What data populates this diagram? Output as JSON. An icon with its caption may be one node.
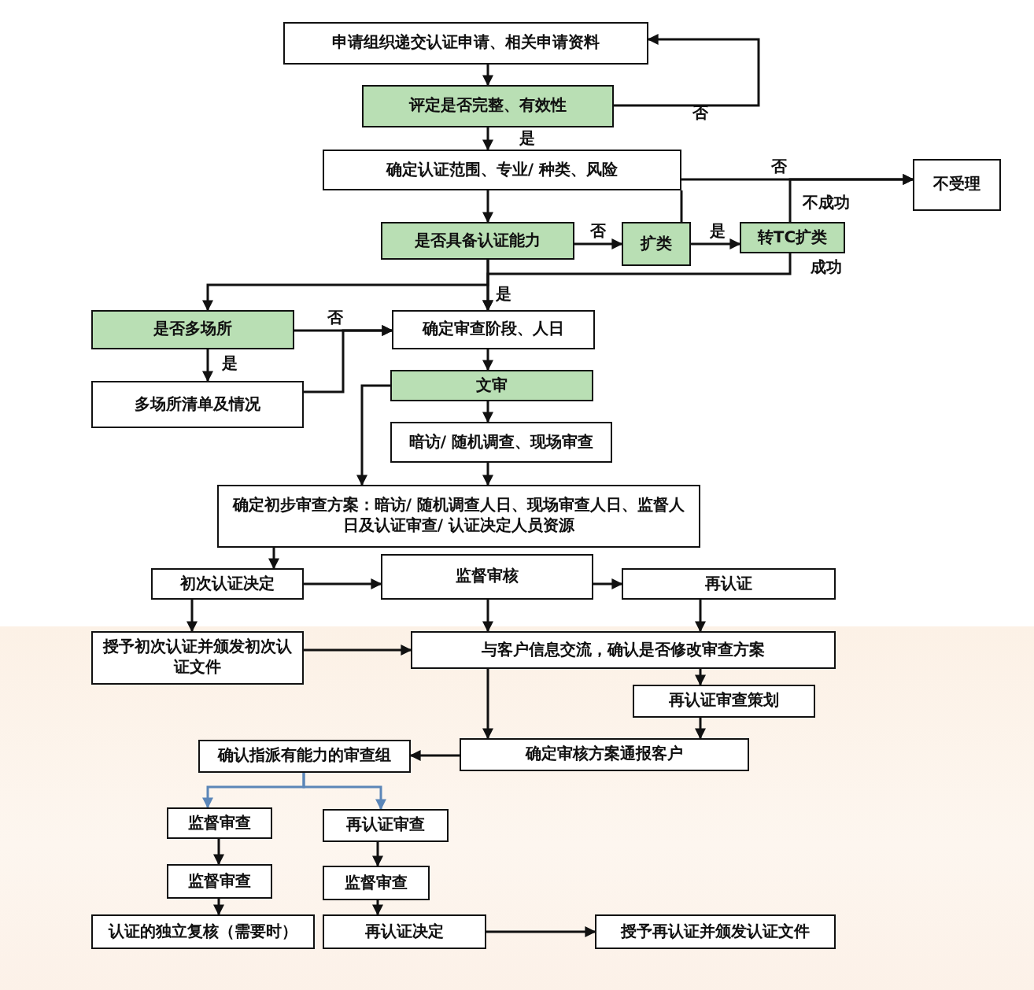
{
  "diagram": {
    "nodes": [
      {
        "text": [
          "申请组织递交认证申请、相关申请资料"
        ]
      },
      {
        "text": [
          "评定是否完整、有效性"
        ]
      },
      {
        "text": [
          "确定认证范围、专业/ 种类、风险"
        ]
      },
      {
        "text": [
          "不受理"
        ]
      },
      {
        "text": [
          "是否具备认证能力"
        ]
      },
      {
        "text": [
          "扩类"
        ]
      },
      {
        "text": [
          "转TC扩类"
        ]
      },
      {
        "text": [
          "是否多场所"
        ]
      },
      {
        "text": [
          "确定审查阶段、人日"
        ]
      },
      {
        "text": [
          "多场所清单及情况"
        ]
      },
      {
        "text": [
          "文审"
        ]
      },
      {
        "text": [
          "暗访/ 随机调查、现场审查"
        ]
      },
      {
        "text": [
          "确定初步审查方案：暗访/ 随机调查人日、现场审查人日、监督人日及认证审查/ 认证决定人员资源"
        ]
      },
      {
        "text": [
          "初次认证决定"
        ]
      },
      {
        "text": [
          "监督审核"
        ]
      },
      {
        "text": [
          "再认证"
        ]
      },
      {
        "text": [
          "授予初次认证并颁发初次认证文件"
        ]
      },
      {
        "text": [
          "与客户信息交流，确认是否修改审查方案"
        ]
      },
      {
        "text": [
          "再认证审查策划"
        ]
      },
      {
        "text": [
          "确定审核方案通报客户"
        ]
      },
      {
        "text": [
          "确认指派有能力的审查组"
        ]
      },
      {
        "text": [
          "监督审查"
        ]
      },
      {
        "text": [
          "再认证审查"
        ]
      },
      {
        "text": [
          "监督审查"
        ]
      },
      {
        "text": [
          "监督审查"
        ]
      },
      {
        "text": [
          "认证的独立复核（需要时）"
        ]
      },
      {
        "text": [
          "再认证决定"
        ]
      },
      {
        "text": [
          "授予再认证并颁发认证文件"
        ]
      }
    ],
    "edges": [
      {
        "from": 0,
        "to": 1,
        "arrow": "to"
      },
      {
        "from": 1,
        "to": 0,
        "arrow": "to",
        "label": "否"
      },
      {
        "from": 1,
        "to": 2,
        "arrow": "to",
        "label": "是"
      },
      {
        "from": 2,
        "to": 3,
        "arrow": "to",
        "label": "否"
      },
      {
        "from": 2,
        "to": 4,
        "arrow": "to"
      },
      {
        "from": 4,
        "to": 5,
        "arrow": "to",
        "label": "否"
      },
      {
        "from": 5,
        "to": 6,
        "arrow": "to",
        "label": "是"
      },
      {
        "from": 6,
        "to": 3,
        "arrow": "to",
        "label": "不成功"
      },
      {
        "from": 5,
        "to": 2,
        "arrow": "none"
      },
      {
        "from": 6,
        "to": 8,
        "arrow": "to",
        "label": "成功"
      },
      {
        "from": 4,
        "to": 7,
        "arrow": "to"
      },
      {
        "from": 4,
        "to": 8,
        "arrow": "to",
        "label": "是"
      },
      {
        "from": 7,
        "to": 8,
        "arrow": "to",
        "label": "否"
      },
      {
        "from": 7,
        "to": 9,
        "arrow": "to",
        "label": "是"
      },
      {
        "from": 9,
        "to": 8,
        "arrow": "to"
      },
      {
        "from": 8,
        "to": 10,
        "arrow": "to"
      },
      {
        "from": 10,
        "to": 12,
        "arrow": "to"
      },
      {
        "from": 10,
        "to": 11,
        "arrow": "to"
      },
      {
        "from": 11,
        "to": 12,
        "arrow": "to"
      },
      {
        "from": 12,
        "to": 13,
        "arrow": "to"
      },
      {
        "from": 13,
        "to": 14,
        "arrow": "to"
      },
      {
        "from": 14,
        "to": 15,
        "arrow": "to"
      },
      {
        "from": 13,
        "to": 16,
        "arrow": "to"
      },
      {
        "from": 14,
        "to": 17,
        "arrow": "to"
      },
      {
        "from": 15,
        "to": 17,
        "arrow": "to"
      },
      {
        "from": 16,
        "to": 17,
        "arrow": "to"
      },
      {
        "from": 17,
        "to": 19,
        "arrow": "to"
      },
      {
        "from": 17,
        "to": 18,
        "arrow": "to"
      },
      {
        "from": 18,
        "to": 19,
        "arrow": "to"
      },
      {
        "from": 19,
        "to": 20,
        "arrow": "to"
      },
      {
        "from": 20,
        "to": 21,
        "arrow": "to",
        "color": "#5b86b8"
      },
      {
        "from": 20,
        "to": 22,
        "arrow": "to",
        "color": "#5b86b8"
      },
      {
        "from": 21,
        "to": 23,
        "arrow": "to"
      },
      {
        "from": 22,
        "to": 24,
        "arrow": "to"
      },
      {
        "from": 23,
        "to": 25,
        "arrow": "to"
      },
      {
        "from": 24,
        "to": 26,
        "arrow": "to"
      },
      {
        "from": 26,
        "to": 27,
        "arrow": "to"
      }
    ]
  }
}
